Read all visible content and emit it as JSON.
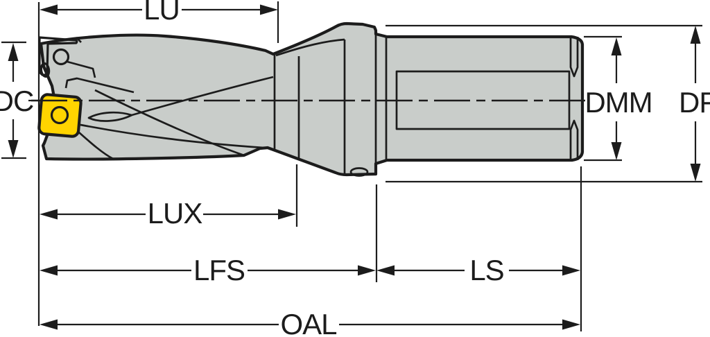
{
  "figure": {
    "kind": "technical-dimension-drawing",
    "subject": "indexable insert drill, side view with dimension callouts"
  },
  "colors": {
    "background": "#ffffff",
    "body_gray": "#c9cdca",
    "insert_yellow": "#ffd400",
    "hole_fill": "#eceeed",
    "line": "#1c1c1c"
  },
  "dims": {
    "lu": "LU",
    "dc": "DC",
    "dmm": "DMM",
    "df": "DF",
    "lux": "LUX",
    "lfs": "LFS",
    "ls": "LS",
    "oal": "OAL"
  }
}
